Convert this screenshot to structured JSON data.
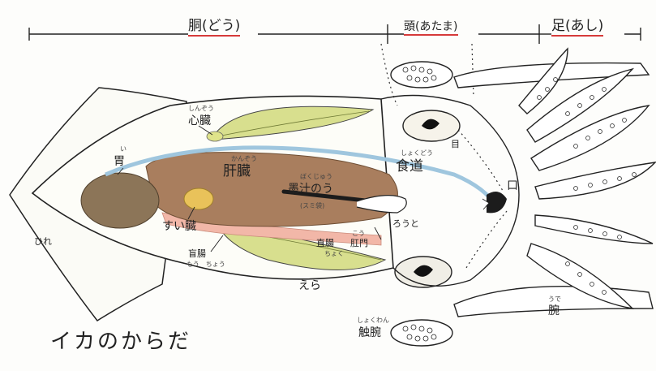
{
  "title": "イカのからだ",
  "regions": {
    "trunk": "胴(どう)",
    "head": "頭(あたま)",
    "legs": "足(あし)"
  },
  "labels": {
    "heart_ruby": "しんぞう",
    "heart": "心臓",
    "stomach_ruby": "い",
    "stomach": "胃",
    "liver_ruby": "かんぞう",
    "liver": "肝臓",
    "ink_sac_ruby": "ぼくじゅう",
    "ink_sac": "墨汁のう",
    "ink_sac_note": "(スミ袋)",
    "esophagus_ruby": "しょくどう",
    "esophagus": "食道",
    "eye": "目",
    "mouth": "口",
    "pancreas": "すい臓",
    "cecum": "盲腸",
    "cecum_ruby": "もう　ちょう",
    "rectum": "直腸",
    "rectum_ruby": "ちょく",
    "anus_ruby": "こう",
    "anus": "肛門",
    "siphon": "ろうと",
    "gill": "えら",
    "fin": "ひれ",
    "arm_ruby": "うで",
    "arm": "腕",
    "tentacle_ruby": "しょくわん",
    "tentacle": "触腕"
  },
  "colors": {
    "accent_underline": "#d63a3a",
    "liver": "#a97e5e",
    "stomach": "#8c7558",
    "gill": "#d8df8e",
    "esophagus": "#9fc6de",
    "intestine": "#f2b7a8",
    "pancreas": "#e9c25a",
    "ink": "#1c1c1c"
  }
}
